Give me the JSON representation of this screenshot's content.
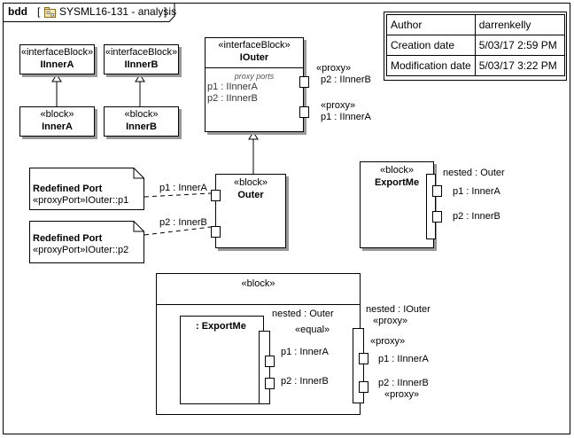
{
  "frame": {
    "kind": "bdd",
    "name": "SYSML16-131 - analysis",
    "icon": "package-diagram-icon"
  },
  "properties": [
    {
      "key": "Author",
      "value": "darrenkelly"
    },
    {
      "key": "Creation date",
      "value": "5/03/17 2:59 PM"
    },
    {
      "key": "Modification date",
      "value": "5/03/17 3:22 PM"
    }
  ],
  "blocks": {
    "iinnera": {
      "stereotype": "«interfaceBlock»",
      "name": "IInnerA"
    },
    "iinnerb": {
      "stereotype": "«interfaceBlock»",
      "name": "IInnerB"
    },
    "innera": {
      "stereotype": "«block»",
      "name": "InnerA"
    },
    "innerb": {
      "stereotype": "«block»",
      "name": "InnerB"
    },
    "iouter": {
      "stereotype": "«interfaceBlock»",
      "name": "IOuter",
      "compartment_title": "proxy ports",
      "compartment_items": [
        "p1 : IInnerA",
        "p2 : IInnerB"
      ],
      "port_p2_stereotype": "«proxy»",
      "port_p2_label": "p2 : IInnerB",
      "port_p1_stereotype": "«proxy»",
      "port_p1_label": "p1 : IInnerA"
    },
    "outer": {
      "stereotype": "«block»",
      "name": "Outer",
      "port_p1_label": "p1 : InnerA",
      "port_p2_label": "p2 : InnerB"
    },
    "exportme": {
      "stereotype": "«block»",
      "name": "ExportMe",
      "part_label": "nested : Outer",
      "port_p1_label": "p1 : InnerA",
      "port_p2_label": "p2 : InnerB"
    },
    "anon": {
      "stereotype": "«block»",
      "part_name": ": ExportMe",
      "nested_outer_label": "nested : Outer",
      "equal_label": "«equal»",
      "inner_p1_label": "p1 : InnerA",
      "inner_p2_label": "p2 : InnerB",
      "nested_iouter_label": "nested : IOuter",
      "nested_iouter_stereotype": "«proxy»",
      "proxy_label": "«proxy»",
      "outer_p1_label": "p1 : IInnerA",
      "outer_p2_label": "p2 : IInnerB",
      "outer_p2_stereotype": "«proxy»"
    }
  },
  "notes": [
    {
      "title": "Redefined Port",
      "text": "«proxyPort»IOuter::p1"
    },
    {
      "title": "Redefined Port",
      "text": "«proxyPort»IOuter::p2"
    }
  ]
}
